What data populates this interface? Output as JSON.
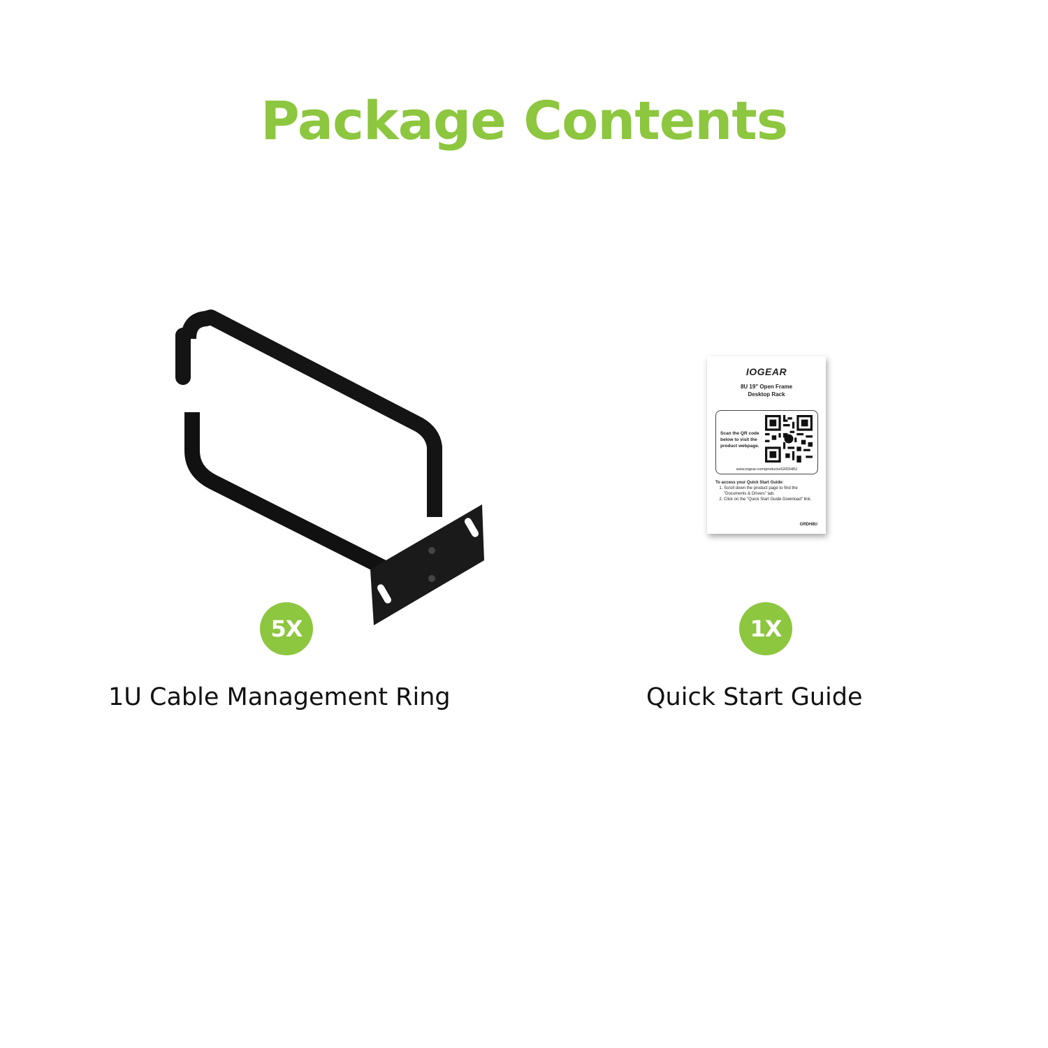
{
  "title": "Package Contents",
  "colors": {
    "accent": "#8dc63f",
    "text": "#111111",
    "background": "#ffffff"
  },
  "items": [
    {
      "quantity": "5X",
      "label": "1U Cable Management Ring",
      "image": "cable-management-ring"
    },
    {
      "quantity": "1X",
      "label": "Quick Start Guide",
      "image": "quick-start-guide-card"
    }
  ],
  "guide_card": {
    "logo": "IOGEAR",
    "product_line1": "8U 19\" Open Frame",
    "product_line2": "Desktop Rack",
    "scan_text": "Scan the QR code below to visit the product webpage.",
    "url": "www.iogear.com/products/GRDH8U",
    "access_heading": "To access your Quick Start Guide:",
    "steps": [
      "Scroll down the product page to find the \"Documents & Drivers\" tab.",
      "Click on the \"Quick Start Guide Download\" link."
    ],
    "sku": "GRDH8U"
  }
}
